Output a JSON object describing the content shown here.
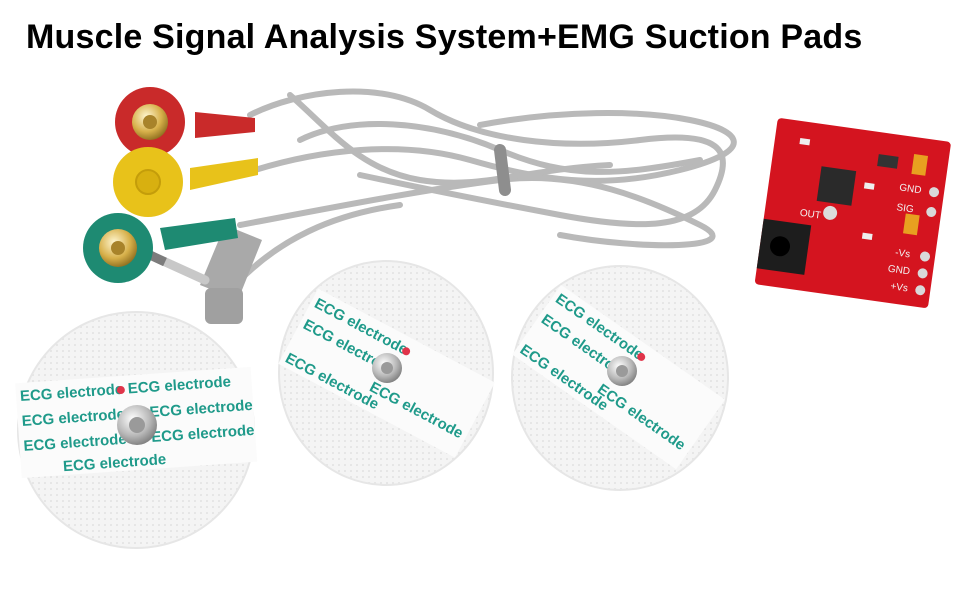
{
  "title": "Muscle Signal Analysis System+EMG Suction Pads",
  "pad_label": "ECG electrode",
  "pcb_labels": {
    "gnd_top": "GND",
    "sig": "SIG",
    "out": "OUT",
    "minus_vs": "-Vs",
    "gnd": "GND",
    "plus_vs": "+Vs"
  },
  "colors": {
    "snap_red": "#c92a2a",
    "snap_yellow": "#e8c21a",
    "snap_green": "#1e8a72",
    "cable": "#b9b9b9",
    "pcb": "#d4141f",
    "pad_stripe_text": "#1f9a8a"
  }
}
